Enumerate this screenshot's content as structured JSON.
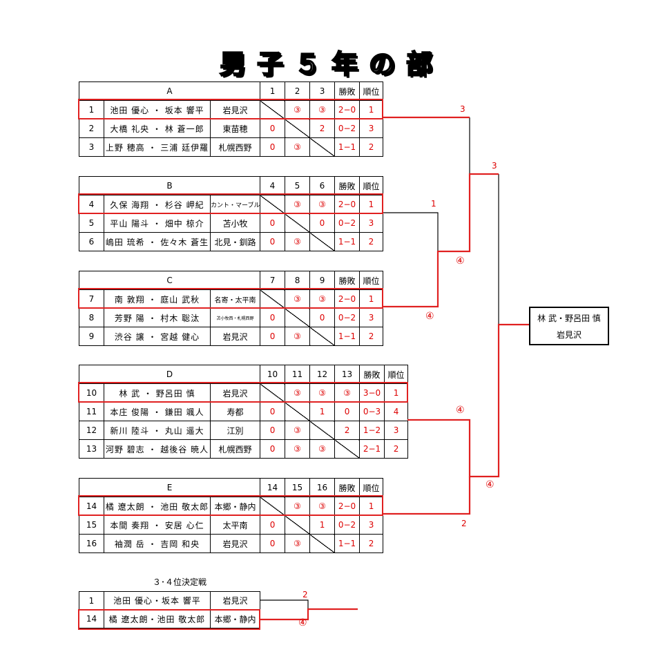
{
  "title": "男子５年の部",
  "col_headers": {
    "result": "勝敗",
    "rank": "順位"
  },
  "groups": [
    {
      "id": "A",
      "cols": [
        "1",
        "2",
        "3"
      ],
      "rows": [
        {
          "no": "1",
          "names": "池田 優心 ・ 坂本 響平",
          "club": "岩見沢",
          "cells": [
            "",
            "③",
            "③"
          ],
          "wl": "2−0",
          "rank": "1"
        },
        {
          "no": "2",
          "names": "大橋 礼央 ・ 林 蒼一郎",
          "club": "東苗穂",
          "cells": [
            "0",
            "",
            "2"
          ],
          "wl": "0−2",
          "rank": "3"
        },
        {
          "no": "3",
          "names": "上野 穂高 ・ 三浦 廷伊羅",
          "club": "札幌西野",
          "cells": [
            "0",
            "③",
            ""
          ],
          "wl": "1−1",
          "rank": "2"
        }
      ]
    },
    {
      "id": "B",
      "cols": [
        "4",
        "5",
        "6"
      ],
      "rows": [
        {
          "no": "4",
          "names": "久保 海翔 ・ 杉谷 岬紀",
          "club": "カント・マーブル",
          "cells": [
            "",
            "③",
            "③"
          ],
          "wl": "2−0",
          "rank": "1"
        },
        {
          "no": "5",
          "names": "平山 陽斗 ・ 畑中 椋介",
          "club": "苫小牧",
          "cells": [
            "0",
            "",
            "0"
          ],
          "wl": "0−2",
          "rank": "3"
        },
        {
          "no": "6",
          "names": "嶋田 琉希 ・ 佐々木 蒼生",
          "club": "北見・釧路",
          "cells": [
            "0",
            "③",
            ""
          ],
          "wl": "1−1",
          "rank": "2"
        }
      ]
    },
    {
      "id": "C",
      "cols": [
        "7",
        "8",
        "9"
      ],
      "rows": [
        {
          "no": "7",
          "names": "南 敦翔 ・ 庭山 武秋",
          "club": "名寄・太平南",
          "cells": [
            "",
            "③",
            "③"
          ],
          "wl": "2−0",
          "rank": "1"
        },
        {
          "no": "8",
          "names": "芳野 陽 ・ 村木 聡汰",
          "club": "苫小牧西・札幌西野",
          "cells": [
            "0",
            "",
            "0"
          ],
          "wl": "0−2",
          "rank": "3"
        },
        {
          "no": "9",
          "names": "渋谷 譲 ・ 宮越 健心",
          "club": "岩見沢",
          "cells": [
            "0",
            "③",
            ""
          ],
          "wl": "1−1",
          "rank": "2"
        }
      ]
    },
    {
      "id": "D",
      "cols": [
        "10",
        "11",
        "12",
        "13"
      ],
      "rows": [
        {
          "no": "10",
          "names": "林 武 ・ 野呂田 慎",
          "club": "岩見沢",
          "cells": [
            "",
            "③",
            "③",
            "③"
          ],
          "wl": "3−0",
          "rank": "1"
        },
        {
          "no": "11",
          "names": "本庄 俊陽 ・ 鎌田 颯人",
          "club": "寿都",
          "cells": [
            "0",
            "",
            "1",
            "0"
          ],
          "wl": "0−3",
          "rank": "4"
        },
        {
          "no": "12",
          "names": "新川 陸斗 ・ 丸山 遥大",
          "club": "江別",
          "cells": [
            "0",
            "③",
            "",
            "2"
          ],
          "wl": "1−2",
          "rank": "3"
        },
        {
          "no": "13",
          "names": "河野 碧志 ・ 越後谷 暁人",
          "club": "札幌西野",
          "cells": [
            "0",
            "③",
            "③",
            ""
          ],
          "wl": "2−1",
          "rank": "2"
        }
      ]
    },
    {
      "id": "E",
      "cols": [
        "14",
        "15",
        "16"
      ],
      "rows": [
        {
          "no": "14",
          "names": "橘 遼太朗 ・ 池田 敬太郎",
          "club": "本郷・静内",
          "cells": [
            "",
            "③",
            "③"
          ],
          "wl": "2−0",
          "rank": "1"
        },
        {
          "no": "15",
          "names": "本間 奏翔 ・ 安居 心仁",
          "club": "太平南",
          "cells": [
            "0",
            "",
            "1"
          ],
          "wl": "0−2",
          "rank": "3"
        },
        {
          "no": "16",
          "names": "袖潤 岳 ・ 吉岡 和央",
          "club": "岩見沢",
          "cells": [
            "0",
            "③",
            ""
          ],
          "wl": "1−1",
          "rank": "2"
        }
      ]
    }
  ],
  "bracket_scores": {
    "a_final": "3",
    "ab_win": "3",
    "b_r1": "1",
    "bc_c": "④",
    "c_r1": "④",
    "d_win": "④",
    "de_win": "④",
    "e_final": "2"
  },
  "champion": {
    "names": "林 武・野呂田 慎",
    "club": "岩見沢"
  },
  "third_place": {
    "title": "３･４位決定戦",
    "rows": [
      {
        "no": "1",
        "names": "池田 優心・坂本 響平",
        "club": "岩見沢"
      },
      {
        "no": "14",
        "names": "橘 遼太朗・池田 敬太郎",
        "club": "本郷・静内"
      }
    ],
    "score_top": "2",
    "score_bottom": "④"
  },
  "colors": {
    "winner_line": "#e02020",
    "score_text": "#d00000",
    "line": "#000000"
  }
}
